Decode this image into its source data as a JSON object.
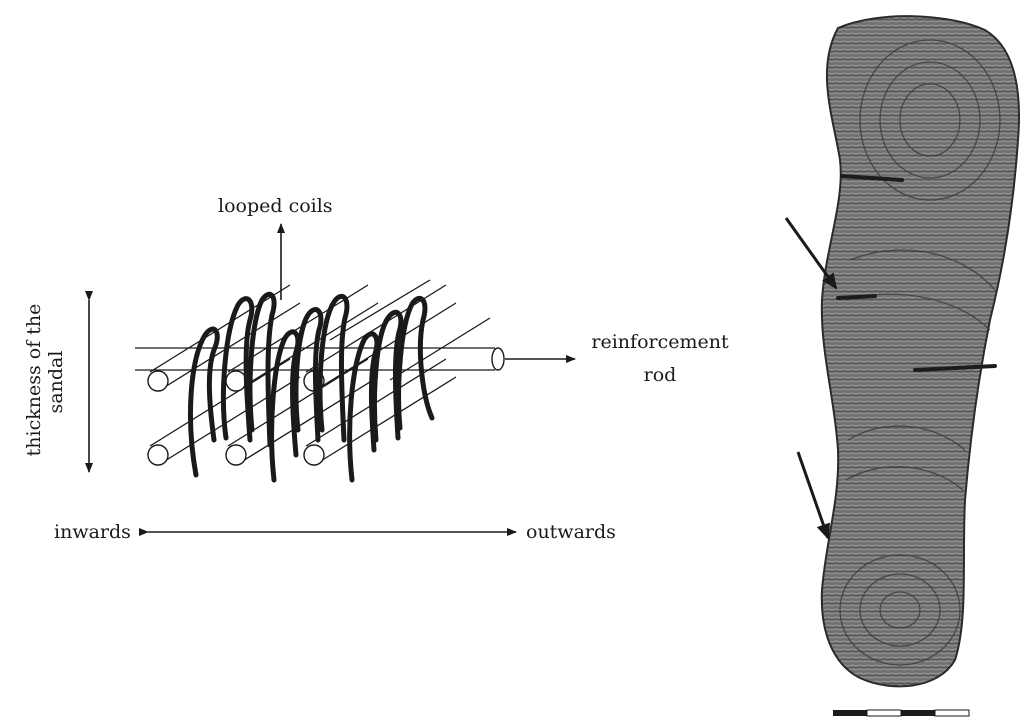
{
  "diagram": {
    "labels": {
      "looped_coils": "looped coils",
      "thickness_line1": "thickness of the",
      "thickness_line2": "sandal",
      "reinforcement_line1": "reinforcement",
      "reinforcement_line2": "rod",
      "inwards": "inwards",
      "outwards": "outwards"
    }
  },
  "photo": {
    "subject": "coiled sandal sole",
    "arrow_count": 2,
    "scale_bar_segments": 4
  },
  "colors": {
    "ink": "#1a1a1a",
    "sole_fill": "#6e6e6e",
    "sole_dark": "#3a3a3a"
  }
}
